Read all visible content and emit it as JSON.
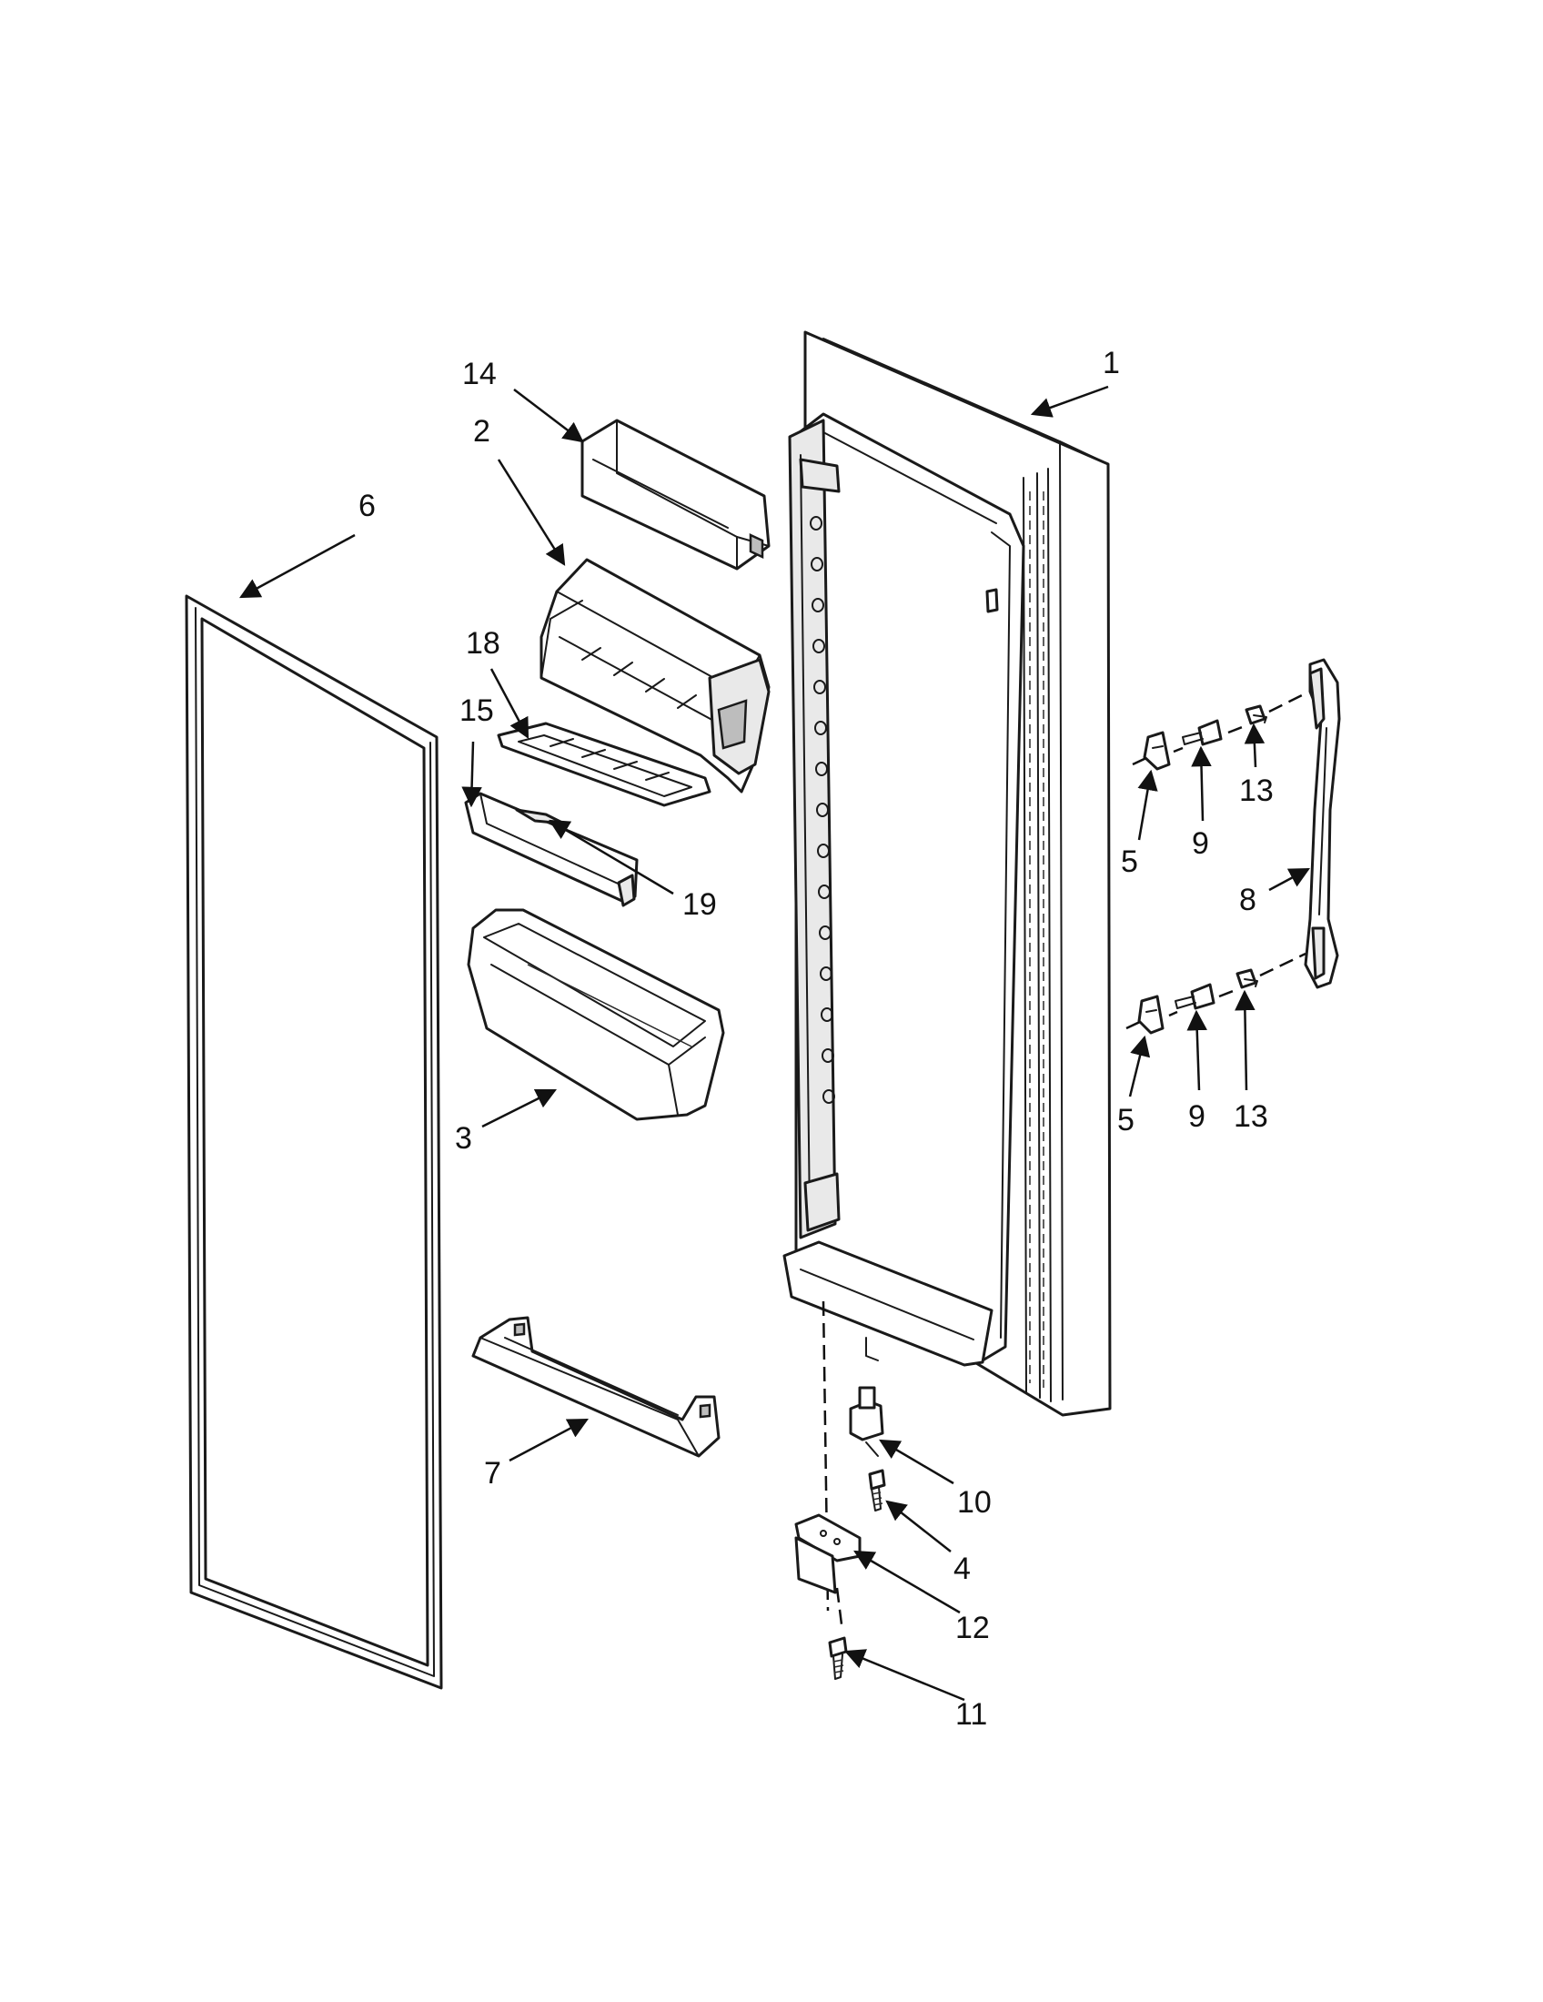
{
  "callouts": {
    "c1": "1",
    "c2": "2",
    "c3": "3",
    "c4": "4",
    "c5a": "5",
    "c5b": "5",
    "c6": "6",
    "c7": "7",
    "c8": "8",
    "c9a": "9",
    "c9b": "9",
    "c10": "10",
    "c11": "11",
    "c12": "12",
    "c13a": "13",
    "c13b": "13",
    "c14": "14",
    "c15": "15",
    "c18": "18",
    "c19": "19"
  }
}
